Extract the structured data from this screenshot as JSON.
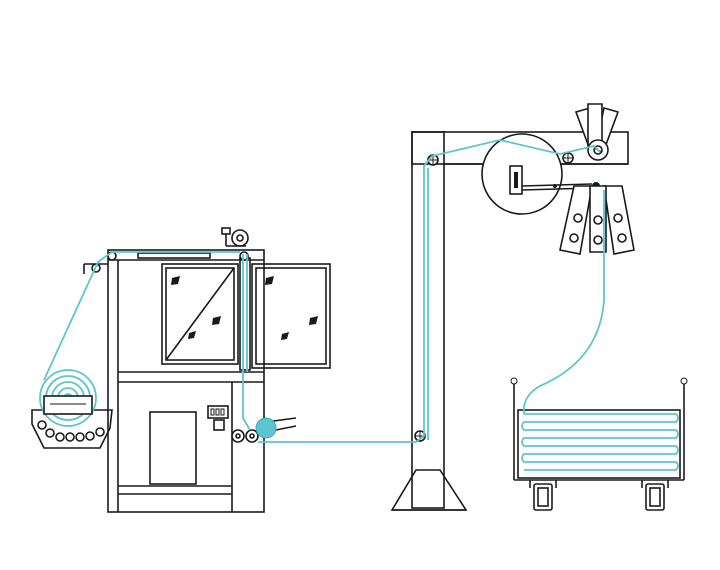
{
  "diagram": {
    "kind": "textile tape production line schematic",
    "colors": {
      "outline": "#1a1a1a",
      "tape_path": "#5ec4cf",
      "background": "#ffffff"
    },
    "components": [
      "feed-roll-unwinder",
      "dryer-cabinet",
      "tension-unit",
      "overhead-gantry",
      "swing-folding-head",
      "collection-cart"
    ],
    "labels": []
  }
}
